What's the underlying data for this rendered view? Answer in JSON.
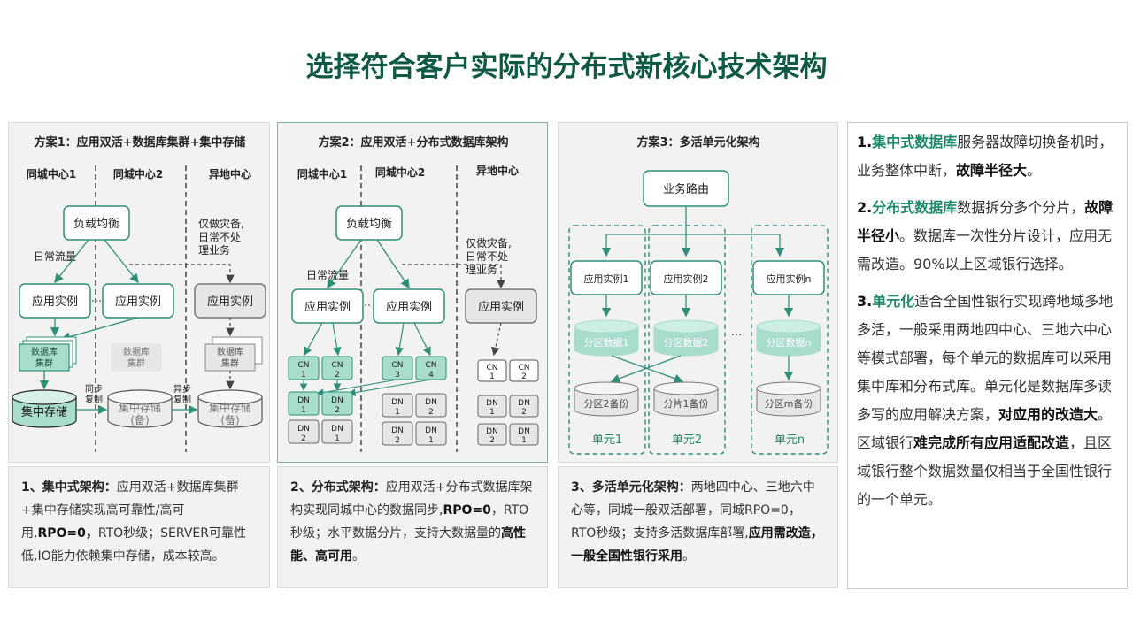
{
  "title": "选择符合客户实际的分布式新核心技术架构",
  "scheme1": {
    "heading": "方案1：应用双活+数据库集群+集中存储",
    "center1": "同城中心1",
    "center2": "同城中心2",
    "center3": "异地中心",
    "lb": "负载均衡",
    "traffic": "日常流量",
    "dr1": "仅做灾备,",
    "dr2": "日常不处",
    "dr3": "理业务",
    "app": "应用实例",
    "db1a": "数据库",
    "db1b": "集群",
    "storage": "集中存储",
    "sync1": "同步",
    "sync2": "复制",
    "async1": "异步",
    "async2": "复制",
    "backup1": "集中存储",
    "backup2": "(备)"
  },
  "scheme2": {
    "heading": "方案2：应用双活+分布式数据库架构",
    "center1": "同城中心1",
    "center2": "同城中心2",
    "center3": "异地中心",
    "lb": "负载均衡",
    "traffic": "日常流量",
    "dr1": "仅做灾备,",
    "dr2": "日常不处",
    "dr3": "理业务",
    "app": "应用实例",
    "cn": "CN",
    "dn": "DN",
    "n1": "1",
    "n2": "2",
    "n3": "3",
    "n4": "4"
  },
  "scheme3": {
    "heading": "方案3：多活单元化架构",
    "router": "业务路由",
    "app1": "应用实例1",
    "app2": "应用实例2",
    "appn": "应用实例n",
    "part1": "分区数据1",
    "part2": "分区数据2",
    "partn": "分区数据n",
    "bak2": "分区2备份",
    "bak1": "分片1备份",
    "bakm": "分区m备份",
    "unit1": "单元1",
    "unit2": "单元2",
    "unitn": "单元n",
    "ellipsis": "..."
  },
  "cards": {
    "c1": {
      "lead": "1、集中式架构：",
      "t1": "应用双活+数据库集群+集中存储实现高可靠性/高可用,",
      "bold1": "RPO=0，",
      "t2": "RTO秒级；SERVER可靠性低,IO能力依赖集中存储，成本较高。"
    },
    "c2": {
      "lead": "2、分布式架构：",
      "t1": "应用双活+分布式数据库架构实现同城中心的数据同步,",
      "bold1": "RPO=0",
      "t2": "，RTO秒级；水平数据分片，支持大数据量的",
      "bold2": "高性能、高可用",
      "t3": "。"
    },
    "c3": {
      "lead": "3、多活单元化架构：",
      "t1": "两地四中心、三地六中心等，同城一般双活部署，同城RPO=0，RTO秒级；支持多活数据库部署,",
      "bold1": "应用需改造，一般全国性银行采用",
      "t2": "。"
    }
  },
  "side": {
    "p1": {
      "num": "1.",
      "hl": "集中式数据库",
      "t1": "服务器故障切换备机时，业务整体中断，",
      "b1": "故障半径大",
      "t2": "。"
    },
    "p2": {
      "num": "2.",
      "hl": "分布式数据库",
      "t1": "数据拆分多个分片，",
      "b1": "故障半径小",
      "t2": "。数据库一次性分片设计，应用无需改造。90%以上区域银行选择。"
    },
    "p3": {
      "num": "3.",
      "hl": "单元化",
      "t1": "适合全国性银行实现跨地域多地多活，一般采用两地四中心、三地六中心等模式部署，每个单元的数据库可以采用集中库和分布式库。单元化是数据库多读多写的应用解决方案，",
      "b1": "对应用的改造大",
      "t2": "。区域银行",
      "b2": "难完成所有应用适配改造",
      "t3": "，且区域银行整个数据数量仅相当于全国性银行的一个单元。"
    }
  },
  "colors": {
    "title": "#0f5a43",
    "teal": "#1f8a6a",
    "tealFill": "#a8dccd",
    "tealDark": "#2f8f76",
    "gray": "#d9d9d9"
  }
}
